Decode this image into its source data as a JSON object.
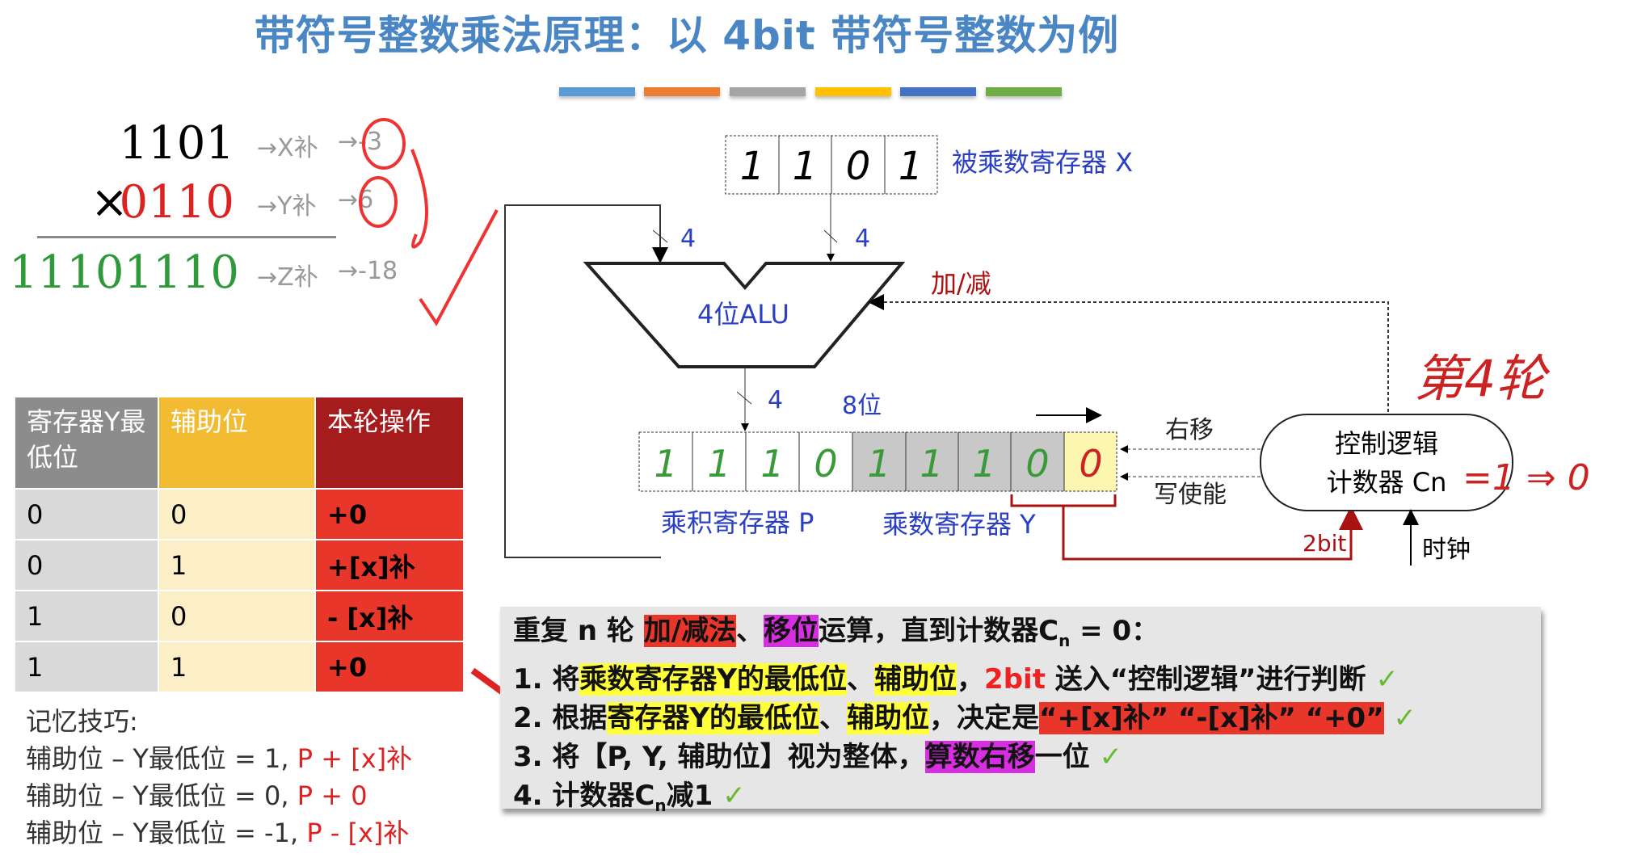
{
  "title": "带符号整数乘法原理：以 4bit 带符号整数为例",
  "color_bars": [
    "#5a9bd5",
    "#ed7d31",
    "#a5a5a5",
    "#ffc000",
    "#4472c4",
    "#70ad47"
  ],
  "math": {
    "x": "1101",
    "x_label": "→X补",
    "x_val": "→-3",
    "y_op": "×",
    "y": "0110",
    "y_label": "→Y补",
    "y_val": "→6",
    "z": "11101110",
    "z_label": "→Z补",
    "z_val": "→-18"
  },
  "table": {
    "headers": [
      "寄存器Y最低位",
      "辅助位",
      "本轮操作"
    ],
    "rows": [
      [
        "0",
        "0",
        "+0"
      ],
      [
        "0",
        "1",
        "+[x]补"
      ],
      [
        "1",
        "0",
        "- [x]补"
      ],
      [
        "1",
        "1",
        "+0"
      ]
    ]
  },
  "tips": {
    "title": "记忆技巧:",
    "lines": [
      {
        "lhs": "辅助位 – Y最低位 =  1,",
        "rhs": "P + [x]补"
      },
      {
        "lhs": "辅助位 – Y最低位 =  0,",
        "rhs": "P + 0"
      },
      {
        "lhs": "辅助位 – Y最低位 = -1,",
        "rhs": "P - [x]补"
      }
    ]
  },
  "diagram": {
    "x_register_bits": [
      "1",
      "1",
      "0",
      "1"
    ],
    "x_register_label": "被乘数寄存器 X",
    "bus_width_a": "4",
    "bus_width_b": "4",
    "bus_width_out": "4",
    "alu_label": "4位ALU",
    "add_sub_label": "加/减",
    "width_label": "8位",
    "p_bits": [
      "1",
      "1",
      "1",
      "0"
    ],
    "y_bits": [
      "1",
      "1",
      "1",
      "0"
    ],
    "aux_bit": "0",
    "p_label": "乘积寄存器 P",
    "y_label": "乘数寄存器 Y",
    "shift_label": "右移",
    "write_label": "写使能",
    "control_line1": "控制逻辑",
    "control_line2": "计数器 Cn",
    "counter_note": "=1 ⇒ 0",
    "round_note": "第4轮",
    "two_bit_label": "2bit",
    "clock_label": "时钟"
  },
  "steps": {
    "intro": [
      "重复 n 轮 ",
      "加/减法",
      "、",
      "移位",
      "运算，直到计数器C",
      "n",
      " = 0："
    ],
    "s1": [
      "1.  将",
      "乘数寄存器Y的最低位",
      "、",
      "辅助位",
      "，",
      "2bit",
      " 送入“控制逻辑”进行判断"
    ],
    "s2": [
      "2. 根据",
      "寄存器Y的最低位",
      "、",
      "辅助位",
      "，决定是",
      "“+[x]补”  “-[x]补”  “+0”"
    ],
    "s3": [
      "3. 将【P, Y, 辅助位】视为整体，",
      "算数右移",
      "一位"
    ],
    "s4": [
      "4. 计数器C",
      "n",
      "减1"
    ]
  }
}
